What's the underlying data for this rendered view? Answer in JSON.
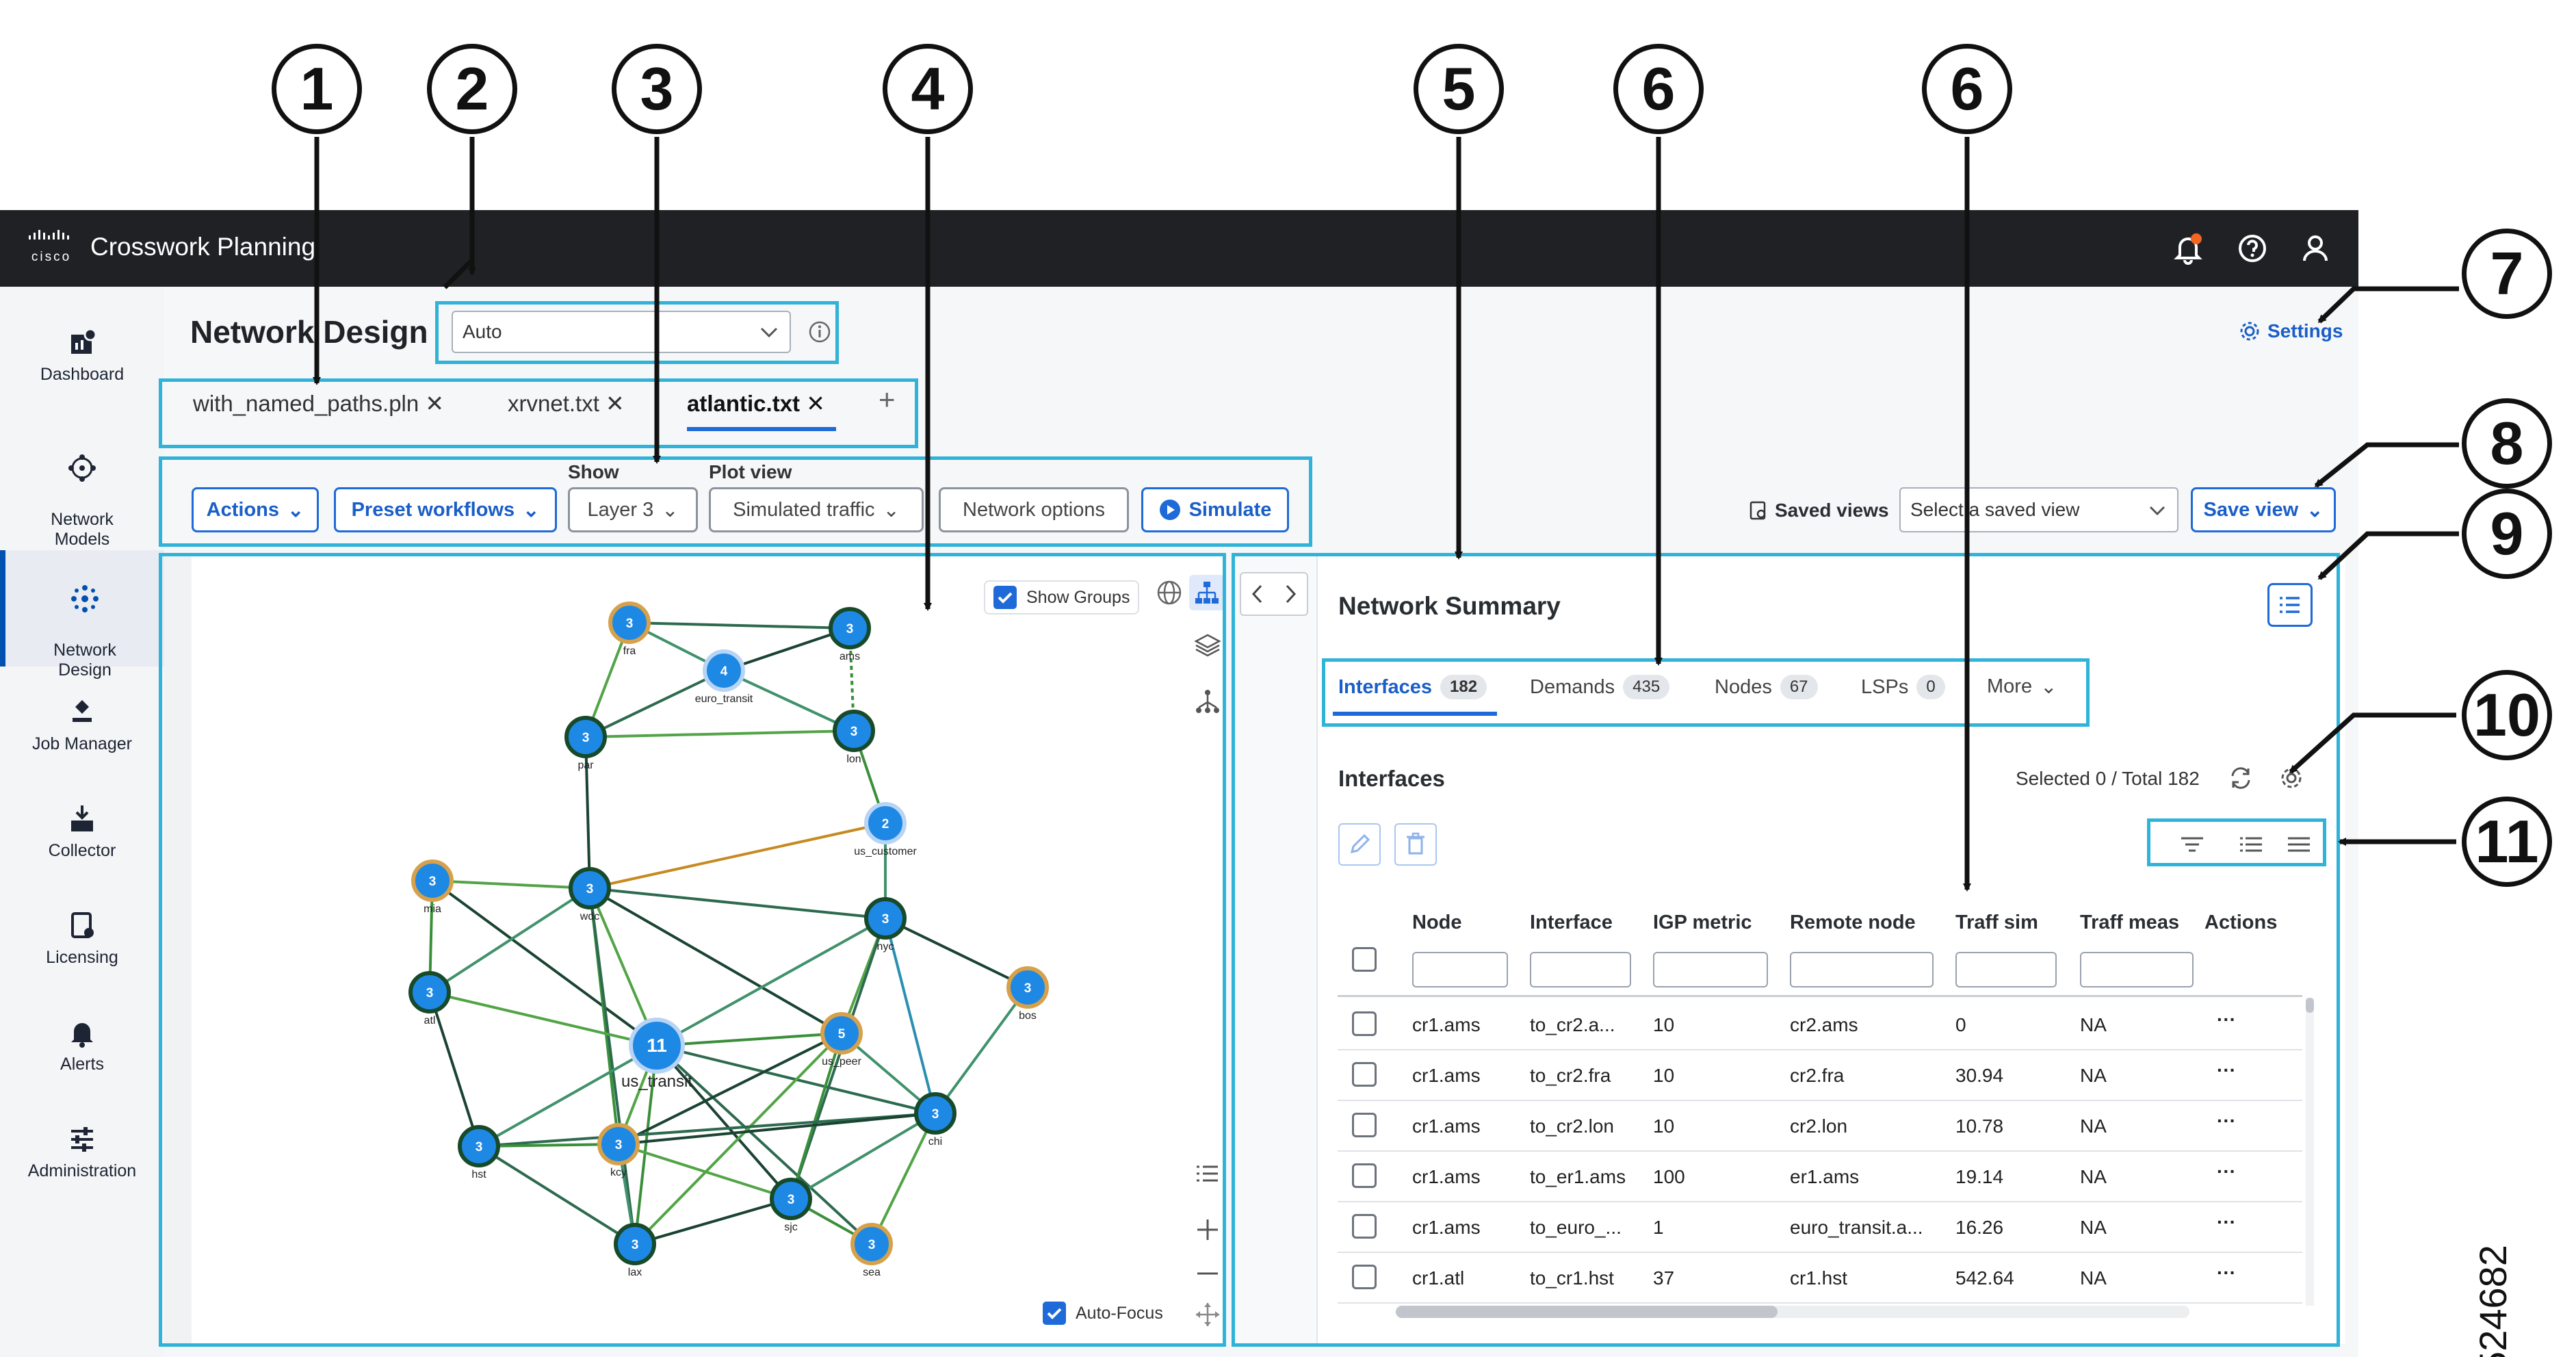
{
  "app": {
    "title": "Crosswork Planning",
    "logo_text": "cisco"
  },
  "sidebar": {
    "items": [
      {
        "label": "Dashboard"
      },
      {
        "label": "Network\nModels"
      },
      {
        "label": "Network\nDesign"
      },
      {
        "label": "Job Manager"
      },
      {
        "label": "Collector"
      },
      {
        "label": "Licensing"
      },
      {
        "label": "Alerts"
      },
      {
        "label": "Administration"
      }
    ],
    "active": "Network Design"
  },
  "page": {
    "title": "Network Design",
    "mode_select": "Auto",
    "settings_label": "Settings"
  },
  "file_tabs": [
    {
      "label": "with_named_paths.pln"
    },
    {
      "label": "xrvnet.txt"
    },
    {
      "label": "atlantic.txt",
      "active": true
    }
  ],
  "toolbar": {
    "actions": "Actions",
    "preset_workflows": "Preset workflows",
    "show_label": "Show",
    "show_value": "Layer 3",
    "plot_view_label": "Plot view",
    "plot_view_value": "Simulated traffic",
    "network_options": "Network options",
    "simulate": "Simulate",
    "saved_views_label": "Saved views",
    "saved_view_placeholder": "Select a saved view",
    "save_view": "Save view"
  },
  "map": {
    "show_groups": "Show Groups",
    "auto_focus": "Auto-Focus",
    "nodes": [
      {
        "id": "fra",
        "label": "fra",
        "count": "3"
      },
      {
        "id": "ams",
        "label": "ams",
        "count": "3"
      },
      {
        "id": "euro_transit",
        "label": "euro_transit",
        "count": "4"
      },
      {
        "id": "par",
        "label": "par",
        "count": "3"
      },
      {
        "id": "lon",
        "label": "lon",
        "count": "3"
      },
      {
        "id": "us_customer",
        "label": "us_customer",
        "count": "2"
      },
      {
        "id": "mia",
        "label": "mia",
        "count": "3"
      },
      {
        "id": "wdc",
        "label": "wdc",
        "count": "3"
      },
      {
        "id": "nyc",
        "label": "nyc",
        "count": "3"
      },
      {
        "id": "bos",
        "label": "bos",
        "count": "3"
      },
      {
        "id": "atl",
        "label": "atl",
        "count": "3"
      },
      {
        "id": "us_transit",
        "label": "us_transit",
        "count": "11"
      },
      {
        "id": "us_peer",
        "label": "us_peer",
        "count": "5"
      },
      {
        "id": "chi",
        "label": "chi",
        "count": "3"
      },
      {
        "id": "hst",
        "label": "hst",
        "count": "3"
      },
      {
        "id": "kcy",
        "label": "kcy",
        "count": "3"
      },
      {
        "id": "sjc",
        "label": "sjc",
        "count": "3"
      },
      {
        "id": "lax",
        "label": "lax",
        "count": "3"
      },
      {
        "id": "sea",
        "label": "sea",
        "count": "3"
      }
    ],
    "links": [
      [
        "fra",
        "ams"
      ],
      [
        "fra",
        "euro_transit"
      ],
      [
        "fra",
        "par"
      ],
      [
        "ams",
        "euro_transit"
      ],
      [
        "ams",
        "lon"
      ],
      [
        "euro_transit",
        "par"
      ],
      [
        "euro_transit",
        "lon"
      ],
      [
        "par",
        "lon"
      ],
      [
        "par",
        "wdc"
      ],
      [
        "lon",
        "us_customer"
      ],
      [
        "wdc",
        "us_customer"
      ],
      [
        "us_customer",
        "nyc"
      ],
      [
        "mia",
        "wdc"
      ],
      [
        "mia",
        "us_transit"
      ],
      [
        "mia",
        "atl"
      ],
      [
        "wdc",
        "nyc"
      ],
      [
        "wdc",
        "atl"
      ],
      [
        "wdc",
        "us_transit"
      ],
      [
        "wdc",
        "us_peer"
      ],
      [
        "wdc",
        "kcy"
      ],
      [
        "wdc",
        "lax"
      ],
      [
        "nyc",
        "us_transit"
      ],
      [
        "nyc",
        "us_peer"
      ],
      [
        "nyc",
        "bos"
      ],
      [
        "nyc",
        "chi"
      ],
      [
        "nyc",
        "sjc"
      ],
      [
        "bos",
        "chi"
      ],
      [
        "atl",
        "us_transit"
      ],
      [
        "atl",
        "hst"
      ],
      [
        "us_transit",
        "us_peer"
      ],
      [
        "us_transit",
        "chi"
      ],
      [
        "us_transit",
        "hst"
      ],
      [
        "us_transit",
        "kcy"
      ],
      [
        "us_transit",
        "sjc"
      ],
      [
        "us_transit",
        "lax"
      ],
      [
        "us_transit",
        "sea"
      ],
      [
        "us_peer",
        "chi"
      ],
      [
        "us_peer",
        "lax"
      ],
      [
        "us_peer",
        "kcy"
      ],
      [
        "us_peer",
        "sjc"
      ],
      [
        "chi",
        "hst"
      ],
      [
        "chi",
        "sjc"
      ],
      [
        "chi",
        "sea"
      ],
      [
        "chi",
        "kcy"
      ],
      [
        "hst",
        "kcy"
      ],
      [
        "hst",
        "lax"
      ],
      [
        "kcy",
        "lax"
      ],
      [
        "kcy",
        "sjc"
      ],
      [
        "lax",
        "sjc"
      ],
      [
        "sjc",
        "sea"
      ]
    ]
  },
  "summary": {
    "title": "Network Summary",
    "tabs": [
      {
        "label": "Interfaces",
        "count": "182"
      },
      {
        "label": "Demands",
        "count": "435"
      },
      {
        "label": "Nodes",
        "count": "67"
      },
      {
        "label": "LSPs",
        "count": "0"
      },
      {
        "label": "More"
      }
    ],
    "section_title": "Interfaces",
    "selection": "Selected 0 / Total 182",
    "columns": [
      "Node",
      "Interface",
      "IGP metric",
      "Remote node",
      "Traff sim",
      "Traff meas",
      "Actions"
    ],
    "rows": [
      {
        "node": "cr1.ams",
        "interface": "to_cr2.a...",
        "igp": "10",
        "remote": "cr2.ams",
        "sim": "0",
        "meas": "NA"
      },
      {
        "node": "cr1.ams",
        "interface": "to_cr2.fra",
        "igp": "10",
        "remote": "cr2.fra",
        "sim": "30.94",
        "meas": "NA"
      },
      {
        "node": "cr1.ams",
        "interface": "to_cr2.lon",
        "igp": "10",
        "remote": "cr2.lon",
        "sim": "10.78",
        "meas": "NA"
      },
      {
        "node": "cr1.ams",
        "interface": "to_er1.ams",
        "igp": "100",
        "remote": "er1.ams",
        "sim": "19.14",
        "meas": "NA"
      },
      {
        "node": "cr1.ams",
        "interface": "to_euro_...",
        "igp": "1",
        "remote": "euro_transit.a...",
        "sim": "16.26",
        "meas": "NA"
      },
      {
        "node": "cr1.atl",
        "interface": "to_cr1.hst",
        "igp": "37",
        "remote": "cr1.hst",
        "sim": "542.64",
        "meas": "NA"
      }
    ],
    "row_action": "···"
  },
  "callouts": [
    "1",
    "2",
    "3",
    "4",
    "5",
    "6",
    "6",
    "7",
    "8",
    "9",
    "10",
    "11"
  ],
  "figure_id": "524682",
  "colors": {
    "accent": "#1e6ad8",
    "highlight": "#2fb3d9",
    "topbar": "#202124",
    "node_fill": "#1e88e5"
  }
}
